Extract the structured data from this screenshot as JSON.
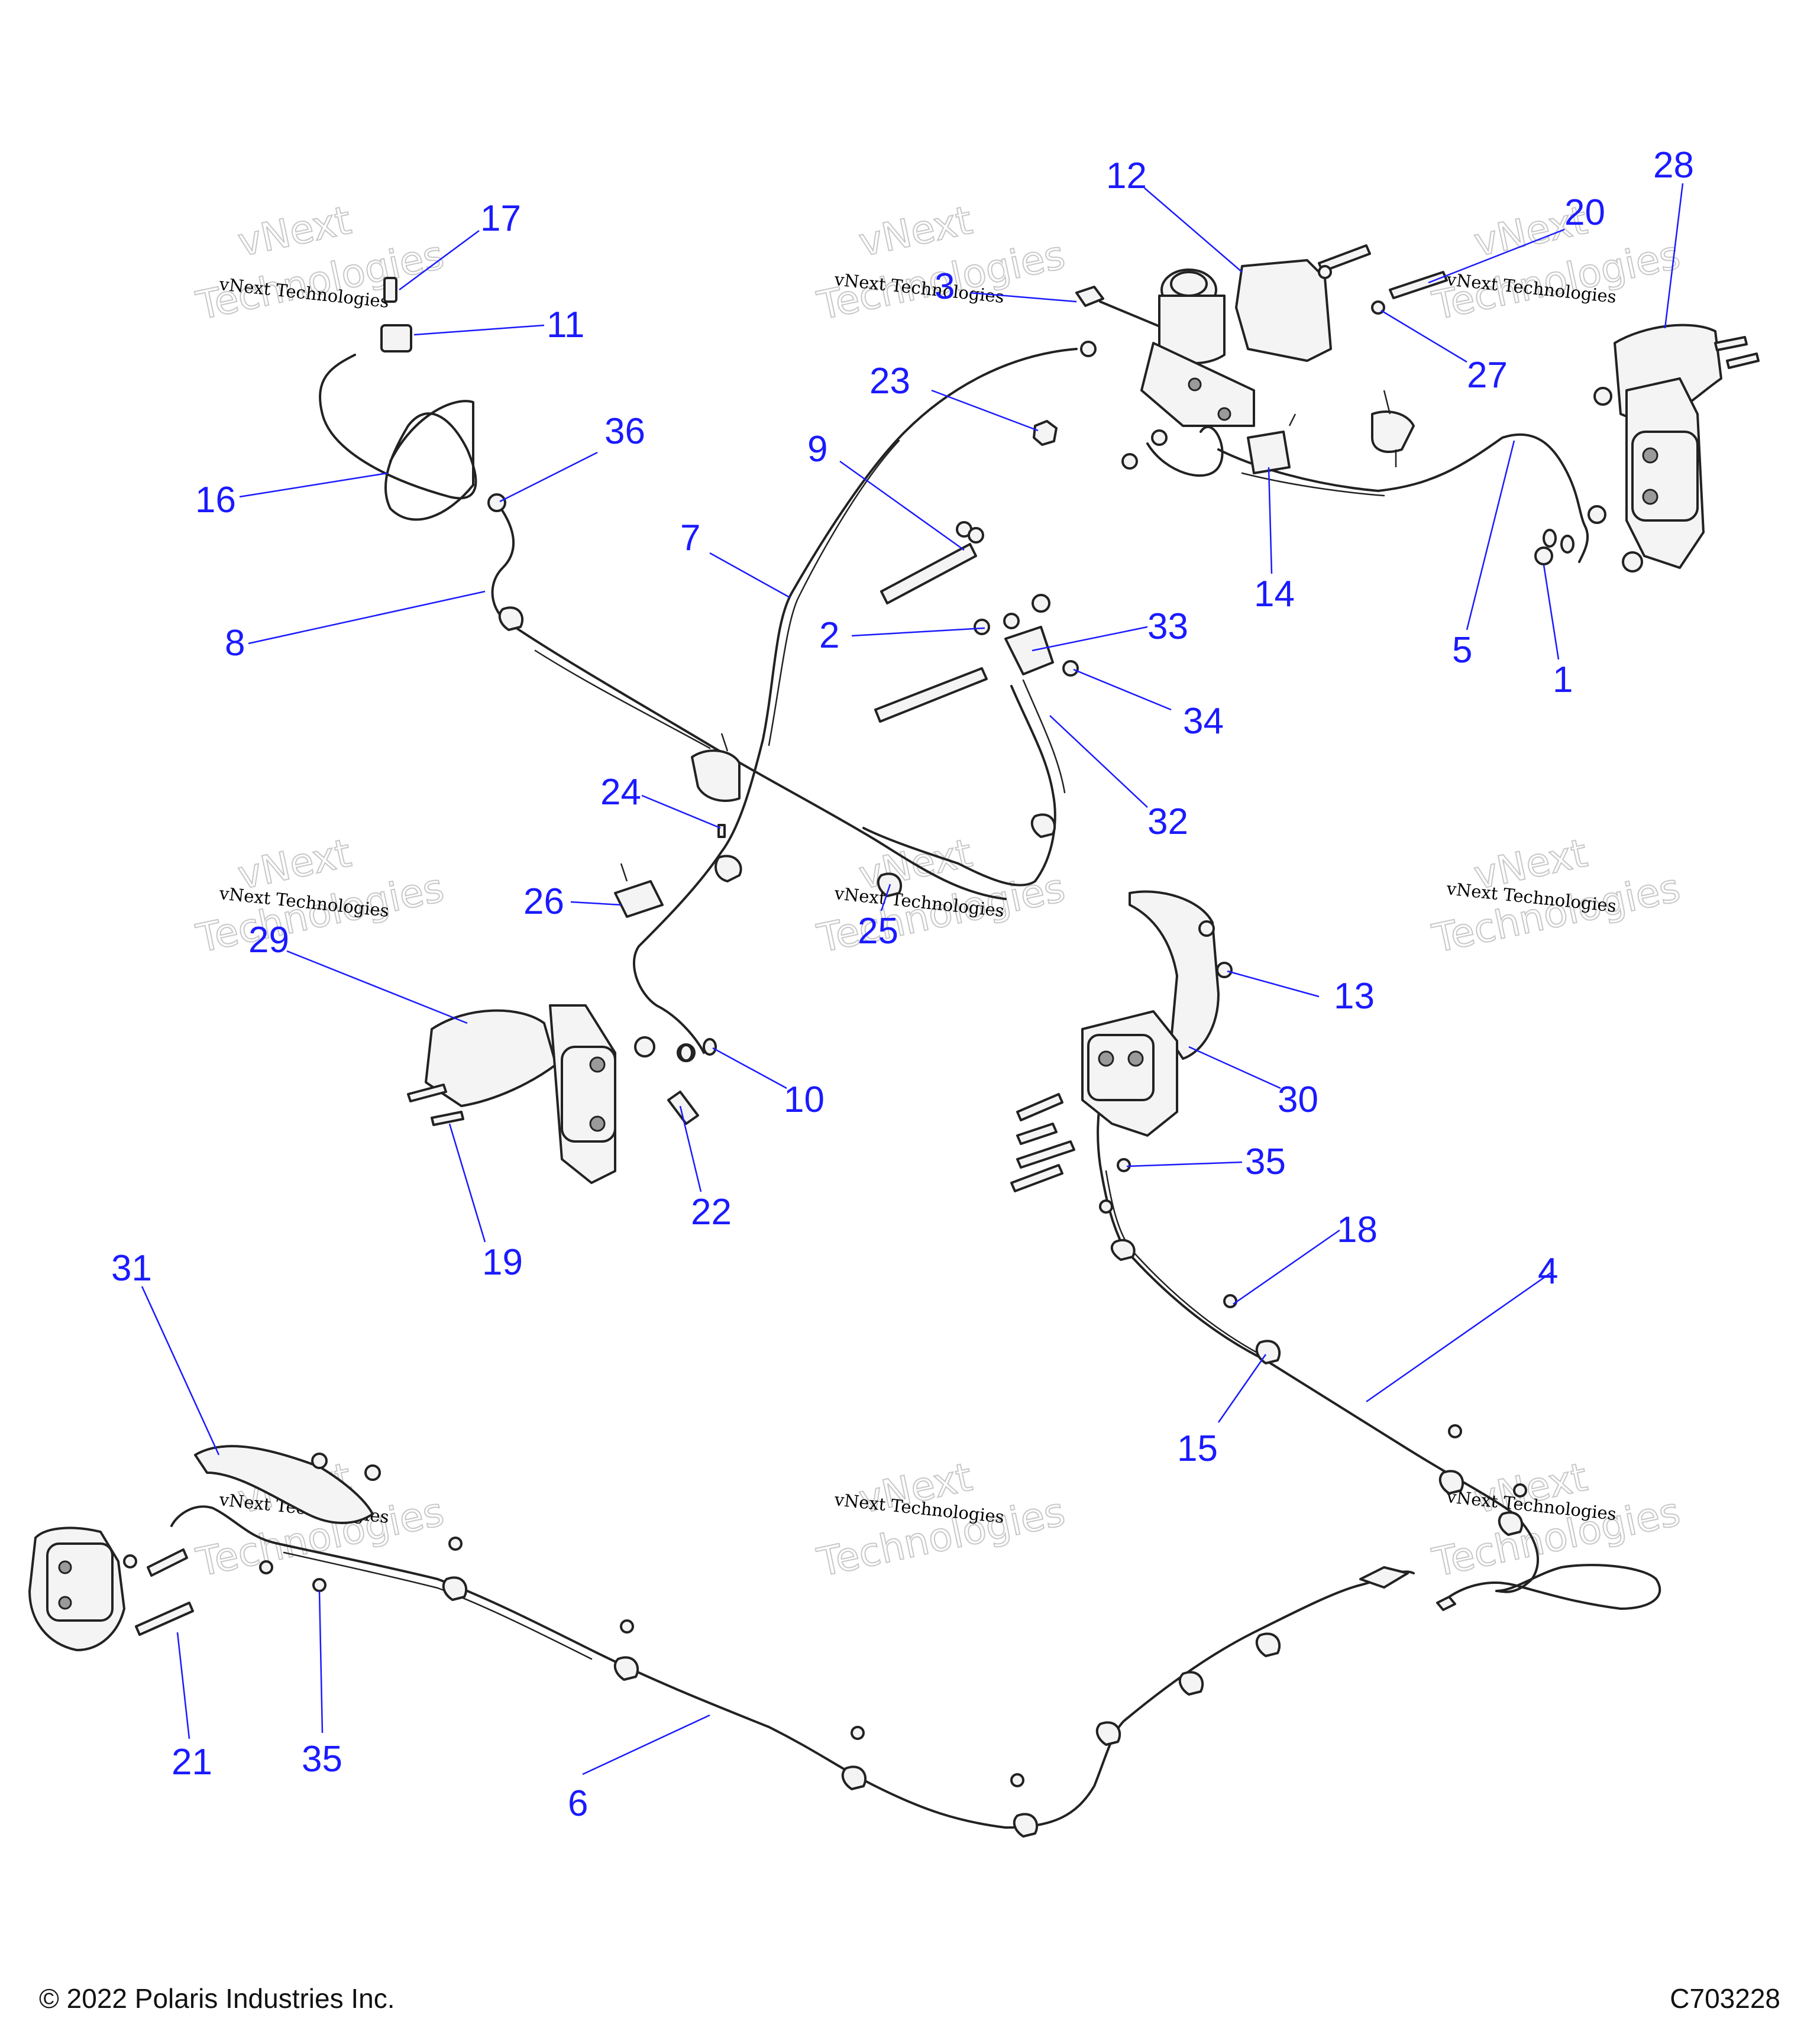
{
  "callouts": {
    "c1": "1",
    "c2": "2",
    "c3": "3",
    "c4": "4",
    "c5": "5",
    "c6": "6",
    "c7": "7",
    "c8": "8",
    "c9": "9",
    "c10": "10",
    "c11": "11",
    "c12": "12",
    "c13": "13",
    "c14": "14",
    "c15": "15",
    "c16": "16",
    "c17": "17",
    "c18": "18",
    "c19": "19",
    "c20": "20",
    "c21": "21",
    "c22": "22",
    "c23": "23",
    "c24": "24",
    "c25": "25",
    "c26": "26",
    "c27": "27",
    "c28": "28",
    "c29": "29",
    "c30": "30",
    "c31": "31",
    "c32": "32",
    "c33": "33",
    "c34": "34",
    "c35a": "35",
    "c35b": "35",
    "c36": "36"
  },
  "watermark": {
    "line1": "vNext Technologies",
    "outline_top": "vNext",
    "outline_bottom": "Technologies"
  },
  "footer": {
    "copyright": "© 2022 Polaris Industries Inc.",
    "diagram_id": "C703228"
  },
  "colors": {
    "callout": "#1a1aff",
    "line": "#222222",
    "watermark": "#c8c8c8"
  }
}
